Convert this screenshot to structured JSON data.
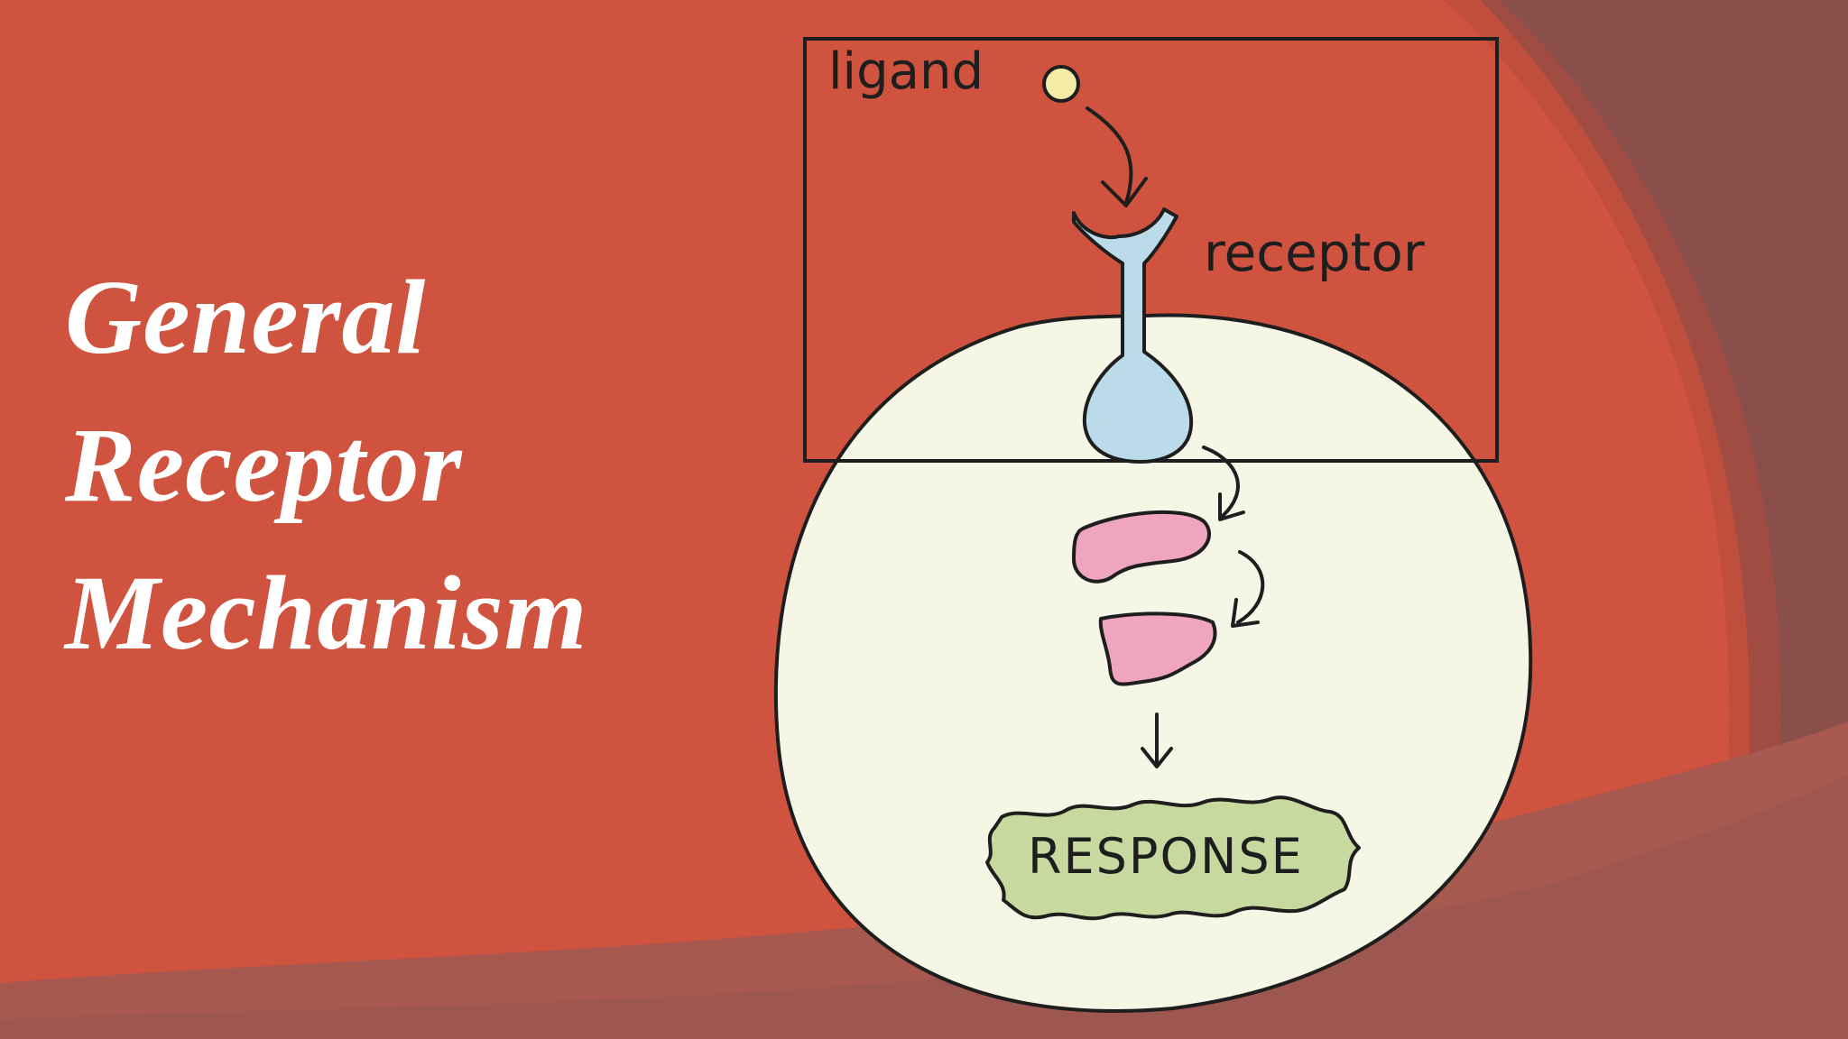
{
  "slide": {
    "title_lines": [
      "General",
      "Receptor",
      "Mechanism"
    ]
  },
  "diagram": {
    "ligand_label": "ligand",
    "receptor_label": "receptor",
    "response_label": "RESPONSE"
  },
  "colors": {
    "background": "#cf533e",
    "swoosh_dark": "#8a4f4b",
    "cell_fill": "#f5f6e6",
    "ligand_fill": "#f4eba6",
    "receptor_fill": "#bcdbea",
    "relay_protein_fill": "#eea5bd",
    "response_fill": "#c7d99f",
    "outline": "#1e1e1e",
    "title_text": "#ffffff"
  }
}
